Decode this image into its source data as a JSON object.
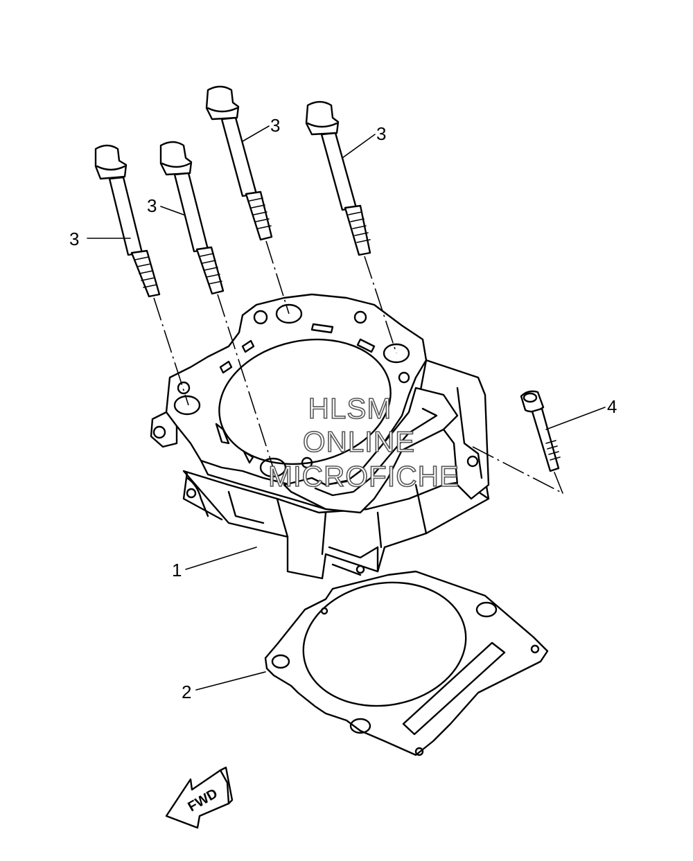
{
  "callouts": {
    "cylinder": "1",
    "gasket": "2",
    "stud_bolt_a": "3",
    "stud_bolt_b": "3",
    "stud_bolt_c": "3",
    "stud_bolt_d": "3",
    "bolt": "4"
  },
  "watermark": {
    "line1": "HLSM",
    "line2": "ONLINE",
    "line3": "MICROFICHE"
  },
  "direction_arrow": {
    "label": "FWD"
  }
}
